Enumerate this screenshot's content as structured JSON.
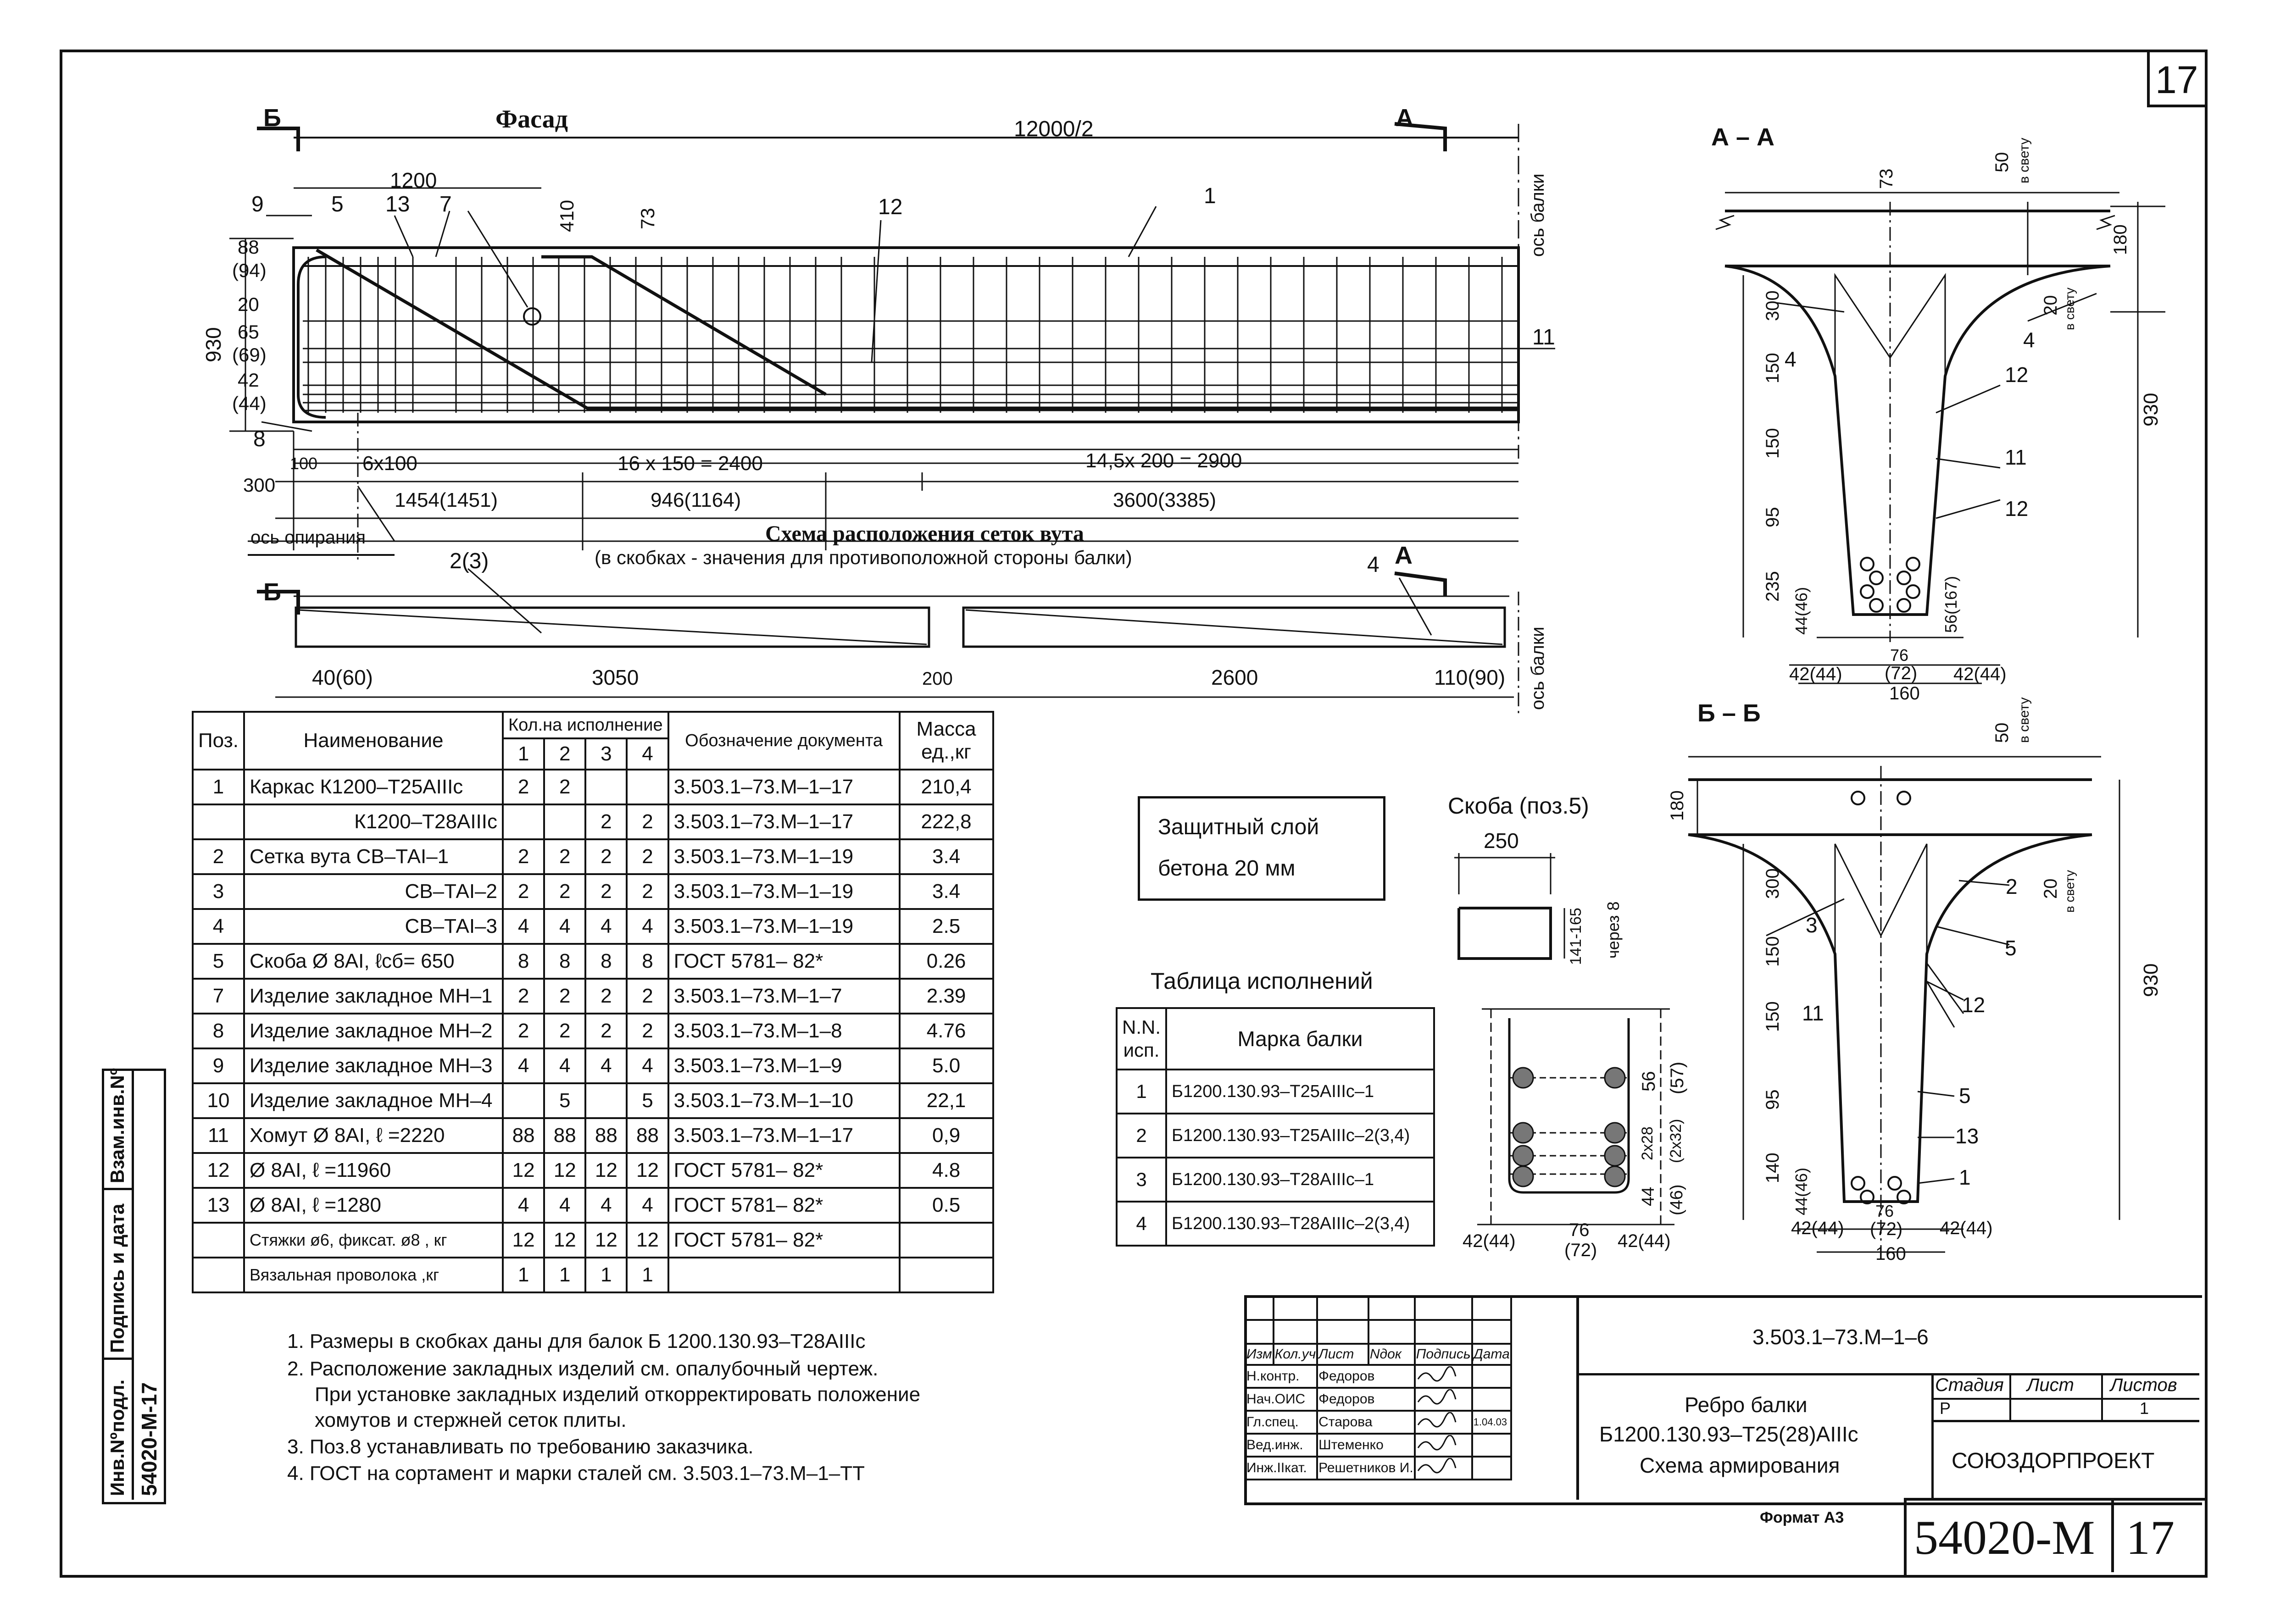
{
  "sheet": {
    "number": "17",
    "code": "54020-M",
    "format": "Формат А3"
  },
  "facade": {
    "title": "Фасад",
    "section_b": "Б",
    "section_a": "А",
    "length": "12000/2",
    "dim_1200": "1200",
    "dim_410": "410",
    "dim_73": "73",
    "left_dims": [
      "88",
      "(94)",
      "20",
      "65",
      "(69)",
      "42",
      "(44)"
    ],
    "total_height": "930",
    "positions": [
      "9",
      "5",
      "13",
      "7",
      "12",
      "1",
      "11",
      "8"
    ],
    "axis_beam": "ось балки",
    "axis_support": "ось опирания",
    "bottom_row1": [
      "300",
      "100",
      "6x100",
      "16 x 150 = 2400",
      "14,5x 200 = 2900"
    ],
    "bottom_row2": [
      "1454(1451)",
      "946(1164)",
      "3600(3385)"
    ],
    "scheme_title": "Схема расположения сеток вута",
    "scheme_note": "(в скобках - значения для противоположной стороны балки)"
  },
  "mesh": {
    "label_left": "2(3)",
    "label_right": "4",
    "section_b": "Б",
    "section_a": "А",
    "dims": [
      "40(60)",
      "3050",
      "200",
      "2600",
      "110(90)"
    ],
    "axis_beam": "ось балки"
  },
  "spec_table": {
    "headers": {
      "pos": "Поз.",
      "name": "Наименование",
      "qty": "Кол.на исполнение",
      "qty_cols": [
        "1",
        "2",
        "3",
        "4"
      ],
      "doc": "Обозначение документа",
      "mass": "Масса ед.,кг"
    },
    "rows": [
      {
        "pos": "1",
        "name": "Каркас К1200–Т25АIIIс",
        "q": [
          "2",
          "2",
          "",
          ""
        ],
        "doc": "3.503.1–73.М–1–17",
        "mass": "210,4"
      },
      {
        "pos": "",
        "name": "К1200–Т28АIIIс",
        "q": [
          "",
          "",
          "2",
          "2"
        ],
        "doc": "3.503.1–73.М–1–17",
        "mass": "222,8"
      },
      {
        "pos": "2",
        "name": "Сетка вута СВ–ТАI–1",
        "q": [
          "2",
          "2",
          "2",
          "2"
        ],
        "doc": "3.503.1–73.М–1–19",
        "mass": "3.4"
      },
      {
        "pos": "3",
        "name": "СВ–ТАI–2",
        "q": [
          "2",
          "2",
          "2",
          "2"
        ],
        "doc": "3.503.1–73.М–1–19",
        "mass": "3.4"
      },
      {
        "pos": "4",
        "name": "СВ–ТАI–3",
        "q": [
          "4",
          "4",
          "4",
          "4"
        ],
        "doc": "3.503.1–73.М–1–19",
        "mass": "2.5"
      },
      {
        "pos": "5",
        "name": "Скоба Ø 8АI, ℓсб= 650",
        "q": [
          "8",
          "8",
          "8",
          "8"
        ],
        "doc": "ГОСТ 5781– 82*",
        "mass": "0.26"
      },
      {
        "pos": "7",
        "name": "Изделие закладное МН–1",
        "q": [
          "2",
          "2",
          "2",
          "2"
        ],
        "doc": "3.503.1–73.М–1–7",
        "mass": "2.39"
      },
      {
        "pos": "8",
        "name": "Изделие закладное МН–2",
        "q": [
          "2",
          "2",
          "2",
          "2"
        ],
        "doc": "3.503.1–73.М–1–8",
        "mass": "4.76"
      },
      {
        "pos": "9",
        "name": "Изделие закладное МН–3",
        "q": [
          "4",
          "4",
          "4",
          "4"
        ],
        "doc": "3.503.1–73.М–1–9",
        "mass": "5.0"
      },
      {
        "pos": "10",
        "name": "Изделие закладное МН–4",
        "q": [
          "",
          "5",
          "",
          "5"
        ],
        "doc": "3.503.1–73.М–1–10",
        "mass": "22,1"
      },
      {
        "pos": "11",
        "name": "Хомут Ø 8АI, ℓ =2220",
        "q": [
          "88",
          "88",
          "88",
          "88"
        ],
        "doc": "3.503.1–73.М–1–17",
        "mass": "0,9"
      },
      {
        "pos": "12",
        "name": "Ø 8АI, ℓ =11960",
        "q": [
          "12",
          "12",
          "12",
          "12"
        ],
        "doc": "ГОСТ 5781– 82*",
        "mass": "4.8"
      },
      {
        "pos": "13",
        "name": "Ø 8АI, ℓ =1280",
        "q": [
          "4",
          "4",
          "4",
          "4"
        ],
        "doc": "ГОСТ 5781– 82*",
        "mass": "0.5"
      },
      {
        "pos": "",
        "name": "Стяжки ø6, фиксат. ø8 , кг",
        "q": [
          "12",
          "12",
          "12",
          "12"
        ],
        "doc": "ГОСТ 5781– 82*",
        "mass": ""
      },
      {
        "pos": "",
        "name": "Вязальная проволока ,кг",
        "q": [
          "1",
          "1",
          "1",
          "1"
        ],
        "doc": "",
        "mass": ""
      }
    ]
  },
  "notes": [
    "1. Размеры в скобках даны для балок Б 1200.130.93–Т28АIIIс",
    "2. Расположение закладных изделий см. опалубочный чертеж.",
    "При установке закладных изделий откорректировать положение",
    "хомутов и стержней сеток плиты.",
    "3. Поз.8 устанавливать по требованию заказчика.",
    "4. ГОСТ на сортамент и марки сталей см. 3.503.1–73.М–1–ТТ"
  ],
  "protective": {
    "line1": "Защитный слой",
    "line2": "бетона 20 мм"
  },
  "bracket": {
    "title": "Скоба (поз.5)",
    "width": "250",
    "height": "141-165",
    "step": "через 8"
  },
  "exec_table": {
    "title": "Таблица исполнений",
    "header_num": "N.N. исп.",
    "header_mark": "Марка балки",
    "rows": [
      {
        "n": "1",
        "mark": "Б1200.130.93–Т25АIIIс–1"
      },
      {
        "n": "2",
        "mark": "Б1200.130.93–Т25АIIIс–2(3,4)"
      },
      {
        "n": "3",
        "mark": "Б1200.130.93–Т28АIIIс–1"
      },
      {
        "n": "4",
        "mark": "Б1200.130.93–Т28АIIIс–2(3,4)"
      }
    ]
  },
  "detail": {
    "dims_right": [
      "56",
      "(57)",
      "2x28",
      "(2x32)",
      "44",
      "(46)"
    ],
    "dims_bottom": [
      "42(44)",
      "76",
      "(72)",
      "42(44)"
    ]
  },
  "section_aa": {
    "title": "А – А",
    "top": [
      "73",
      "50",
      "в свету",
      "180"
    ],
    "left": [
      "300",
      "150",
      "150",
      "95",
      "235",
      "44(46)"
    ],
    "right": [
      "20",
      "в свету",
      "930",
      "56(167)"
    ],
    "positions": [
      "4",
      "4",
      "12",
      "11",
      "12"
    ],
    "bottom": [
      "42(44)",
      "76",
      "(72)",
      "42(44)",
      "160"
    ]
  },
  "section_bb": {
    "title": "Б – Б",
    "top": [
      "50",
      "в свету",
      "180"
    ],
    "left": [
      "300",
      "150",
      "150",
      "95",
      "140",
      "44(46)"
    ],
    "right": [
      "20",
      "в свету",
      "930"
    ],
    "positions": [
      "2",
      "3",
      "5",
      "11",
      "12",
      "5",
      "13",
      "1"
    ],
    "bottom": [
      "42(44)",
      "76",
      "(72)",
      "42(44)",
      "160"
    ]
  },
  "title_block": {
    "doc_code": "3.503.1–73.М–1–6",
    "heads": [
      "Изм",
      "Кол.уч",
      "Лист",
      "Nдок",
      "Подпись",
      "Дата"
    ],
    "people": [
      {
        "role": "Н.контр.",
        "name": "Федоров",
        "date": ""
      },
      {
        "role": "Нач.ОИС",
        "name": "Федоров",
        "date": ""
      },
      {
        "role": "Гл.спец.",
        "name": "Старова",
        "date": "1.04.03"
      },
      {
        "role": "Вед.инж.",
        "name": "Штеменко",
        "date": ""
      },
      {
        "role": "Инж.IIкат.",
        "name": "Решетников И.",
        "date": ""
      }
    ],
    "name_line1": "Ребро балки",
    "name_line2": "Б1200.130.93–Т25(28)АIIIс",
    "name_line3": "Схема армирования",
    "stage_head": "Стадия",
    "sheet_head": "Лист",
    "sheets_head": "Листов",
    "stage": "Р",
    "sheet": "",
    "sheets": "1",
    "org": "СОЮЗДОРПРОЕКТ"
  },
  "side_stamp": {
    "inv": "Инв.Nºподл.",
    "sign": "Подпись и дата",
    "replace": "Взам.инв.Nº",
    "code": "54020-М-17"
  }
}
